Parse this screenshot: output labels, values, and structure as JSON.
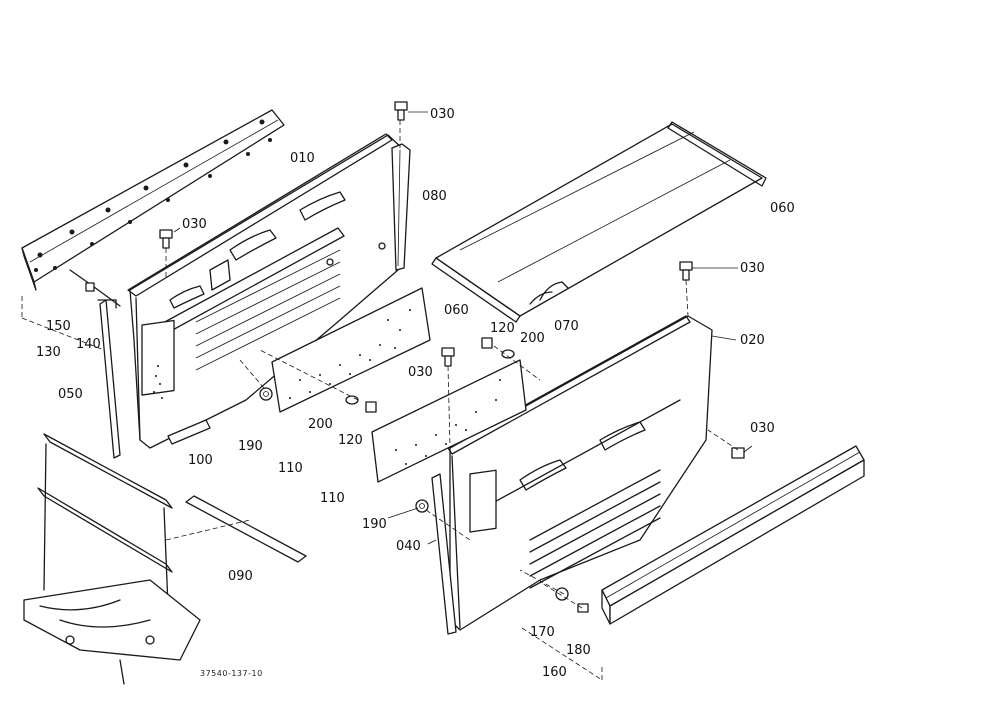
{
  "part_labels": {
    "p030a": "030",
    "p010": "010",
    "p080": "080",
    "p030b": "030",
    "p150": "150",
    "p130": "130",
    "p140": "140",
    "p050": "050",
    "p190a": "190",
    "p100": "100",
    "p110a": "110",
    "p200a": "200",
    "p120a": "120",
    "p060a": "060",
    "p060b": "060",
    "p070": "070",
    "p120b": "120",
    "p200b": "200",
    "p030c": "030",
    "p020": "020",
    "p030d": "030",
    "p030e": "030",
    "p110b": "110",
    "p190b": "190",
    "p040": "040",
    "p090": "090",
    "p170": "170",
    "p180": "180",
    "p160": "160"
  },
  "drawing_code": "37540-137-10"
}
